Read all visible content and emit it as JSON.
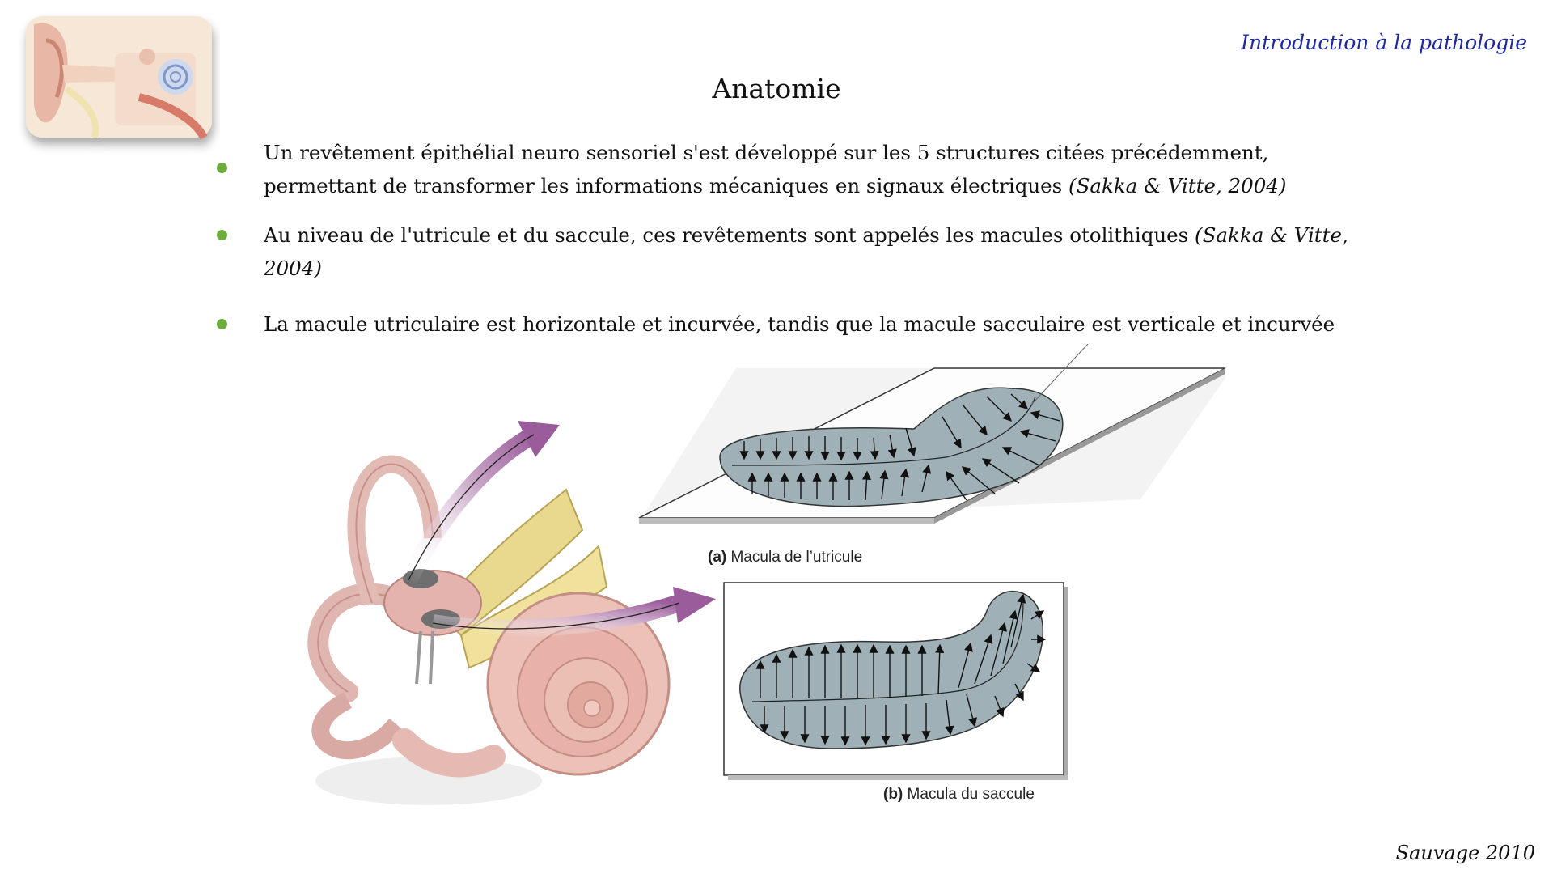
{
  "header": {
    "subtitle": "Introduction à la pathologie"
  },
  "title": "Anatomie",
  "bullets": [
    {
      "text": "Un revêtement épithélial neuro sensoriel s'est développé sur les 5 structures citées précédemment, permettant de transformer les informations mécaniques en signaux électriques ",
      "ref": "(Sakka & Vitte, 2004)"
    },
    {
      "text": "Au niveau de l'utricule et du saccule, ces revêtements sont appelés les macules otolithiques ",
      "ref": "(Sakka & Vitte, 2004)"
    },
    {
      "text": "La macule utriculaire est horizontale et incurvée, tandis que la macule sacculaire est verticale et incurvée",
      "ref": ""
    }
  ],
  "figure": {
    "caption_a_label": "(a)",
    "caption_a_text": " Macula de l’utricule",
    "caption_b_label": "(b)",
    "caption_b_text": " Macula du saccule"
  },
  "footer": {
    "credit": "Sauvage 2010"
  },
  "colors": {
    "accent_blue": "#1f2a9e",
    "bullet_green": "#6cae3e",
    "macula_gray": "#9fb0b6"
  }
}
